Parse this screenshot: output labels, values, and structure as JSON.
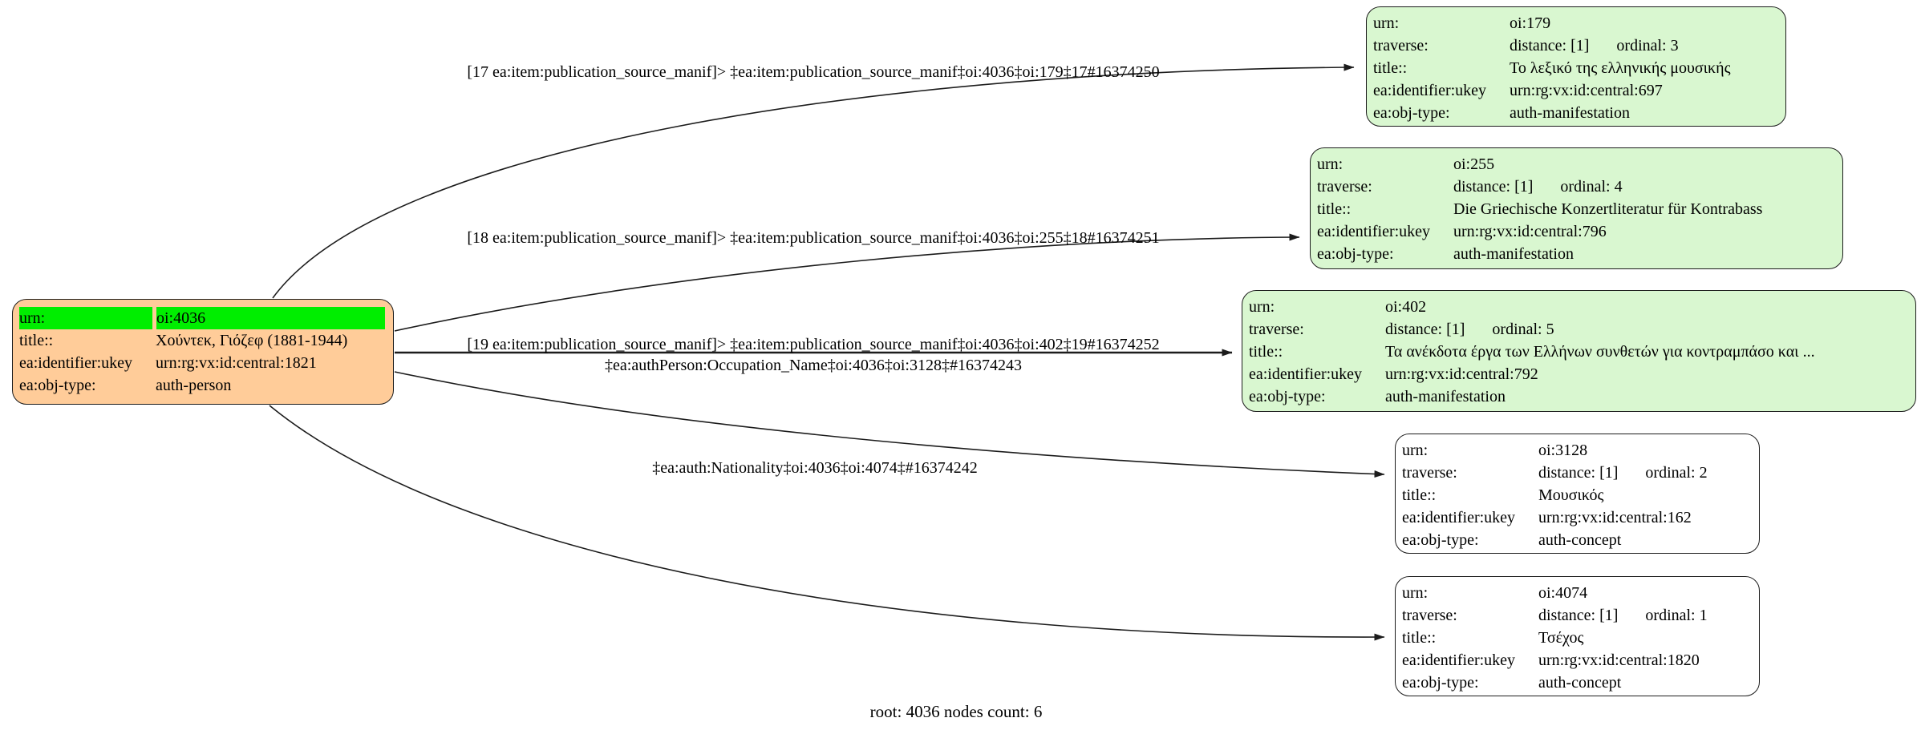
{
  "colors": {
    "root_fill": "#ffcc99",
    "urn_highlight": "#00ee00",
    "manifestation_fill": "#d9f7d0",
    "concept_fill": "#ffffff",
    "line": "#1c1c1c"
  },
  "footer": "root: 4036 nodes count: 6",
  "root_node": {
    "urn": {
      "label": "urn:",
      "value": "oi:4036"
    },
    "title": {
      "label": "title::",
      "value": "Χούντεκ, Γιόζεφ (1881-1944)"
    },
    "ukey": {
      "label": "ea:identifier:ukey",
      "value": "urn:rg:vx:id:central:1821"
    },
    "objtype": {
      "label": "ea:obj-type:",
      "value": "auth-person"
    }
  },
  "nodes": [
    {
      "urn": {
        "label": "urn:",
        "value": "oi:179"
      },
      "traverse": {
        "label": "traverse:",
        "distance": "distance: [1]",
        "ordinal": "ordinal: 3"
      },
      "title": {
        "label": "title::",
        "value": "Το λεξικό της ελληνικής μουσικής"
      },
      "ukey": {
        "label": "ea:identifier:ukey",
        "value": "urn:rg:vx:id:central:697"
      },
      "objtype": {
        "label": "ea:obj-type:",
        "value": "auth-manifestation"
      }
    },
    {
      "urn": {
        "label": "urn:",
        "value": "oi:255"
      },
      "traverse": {
        "label": "traverse:",
        "distance": "distance: [1]",
        "ordinal": "ordinal: 4"
      },
      "title": {
        "label": "title::",
        "value": "Die Griechische Konzertliteratur für Kontrabass"
      },
      "ukey": {
        "label": "ea:identifier:ukey",
        "value": "urn:rg:vx:id:central:796"
      },
      "objtype": {
        "label": "ea:obj-type:",
        "value": "auth-manifestation"
      }
    },
    {
      "urn": {
        "label": "urn:",
        "value": "oi:402"
      },
      "traverse": {
        "label": "traverse:",
        "distance": "distance: [1]",
        "ordinal": "ordinal: 5"
      },
      "title": {
        "label": "title::",
        "value": "Τα ανέκδοτα έργα των Ελλήνων συνθετών για κοντραμπάσο και ..."
      },
      "ukey": {
        "label": "ea:identifier:ukey",
        "value": "urn:rg:vx:id:central:792"
      },
      "objtype": {
        "label": "ea:obj-type:",
        "value": "auth-manifestation"
      }
    },
    {
      "urn": {
        "label": "urn:",
        "value": "oi:3128"
      },
      "traverse": {
        "label": "traverse:",
        "distance": "distance: [1]",
        "ordinal": "ordinal: 2"
      },
      "title": {
        "label": "title::",
        "value": "Μουσικός"
      },
      "ukey": {
        "label": "ea:identifier:ukey",
        "value": "urn:rg:vx:id:central:162"
      },
      "objtype": {
        "label": "ea:obj-type:",
        "value": "auth-concept"
      }
    },
    {
      "urn": {
        "label": "urn:",
        "value": "oi:4074"
      },
      "traverse": {
        "label": "traverse:",
        "distance": "distance: [1]",
        "ordinal": "ordinal: 1"
      },
      "title": {
        "label": "title::",
        "value": "Τσέχος"
      },
      "ukey": {
        "label": "ea:identifier:ukey",
        "value": "urn:rg:vx:id:central:1820"
      },
      "objtype": {
        "label": "ea:obj-type:",
        "value": "auth-concept"
      }
    }
  ],
  "edges": [
    {
      "label": "[17 ea:item:publication_source_manif]> ‡ea:item:publication_source_manif‡oi:4036‡oi:179‡17#16374250"
    },
    {
      "label": "[18 ea:item:publication_source_manif]> ‡ea:item:publication_source_manif‡oi:4036‡oi:255‡18#16374251"
    },
    {
      "label": "[19 ea:item:publication_source_manif]> ‡ea:item:publication_source_manif‡oi:4036‡oi:402‡19#16374252"
    },
    {
      "label": "‡ea:authPerson:Occupation_Name‡oi:4036‡oi:3128‡#16374243"
    },
    {
      "label": "‡ea:auth:Nationality‡oi:4036‡oi:4074‡#16374242"
    }
  ]
}
